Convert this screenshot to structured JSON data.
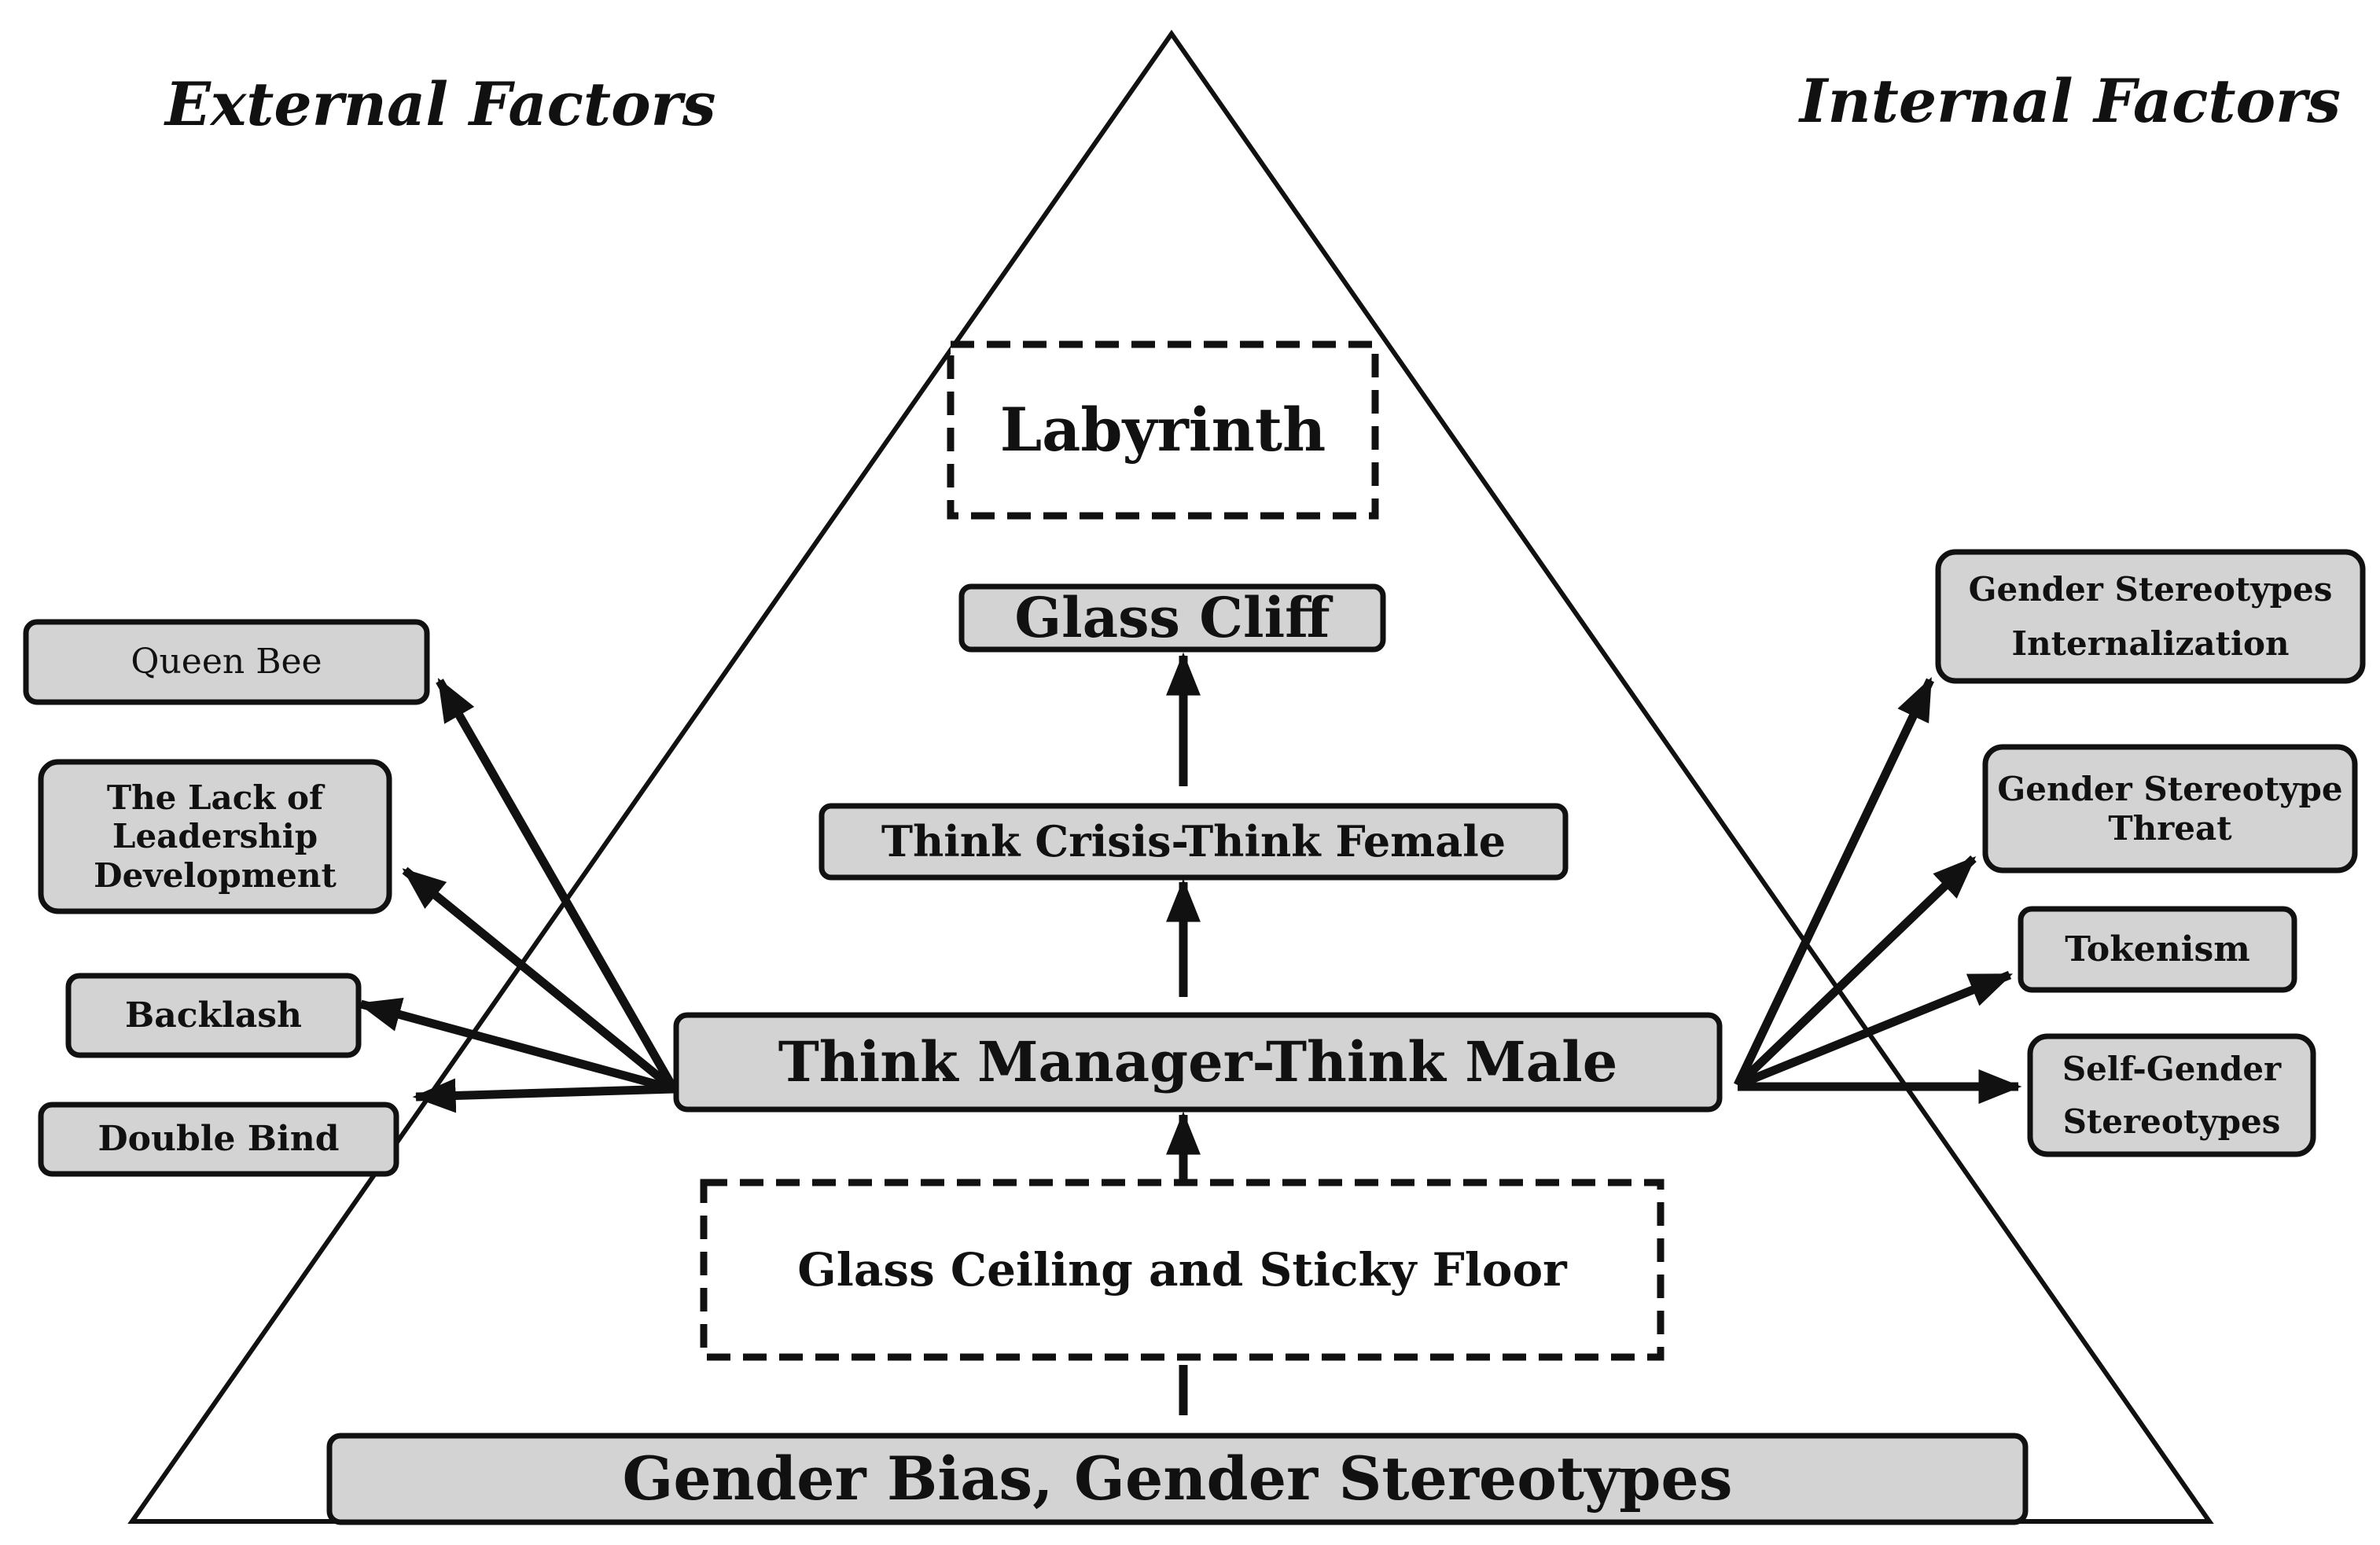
{
  "titles": {
    "external": "External Factors",
    "internal": "Internal Factors"
  },
  "center": {
    "labyrinth": "Labyrinth",
    "glass_cliff": "Glass Cliff",
    "think_crisis": "Think Crisis-Think Female",
    "think_manager": "Think Manager-Think Male",
    "glass_ceiling": "Glass Ceiling and Sticky Floor",
    "gender_bias": "Gender Bias, Gender Stereotypes"
  },
  "external_factors": {
    "queen_bee": "Queen Bee",
    "lack_leadership": "The Lack of Leadership Development",
    "backlash": "Backlash",
    "double_bind": "Double Bind"
  },
  "internal_factors": {
    "internalization": "Gender Stereotypes Internalization",
    "threat": "Gender Stereotype Threat",
    "tokenism": "Tokenism",
    "self_gender": "Self-Gender Stereotypes"
  },
  "colors": {
    "box_fill": "#d3d3d3",
    "stroke": "#111111",
    "background": "#ffffff"
  }
}
